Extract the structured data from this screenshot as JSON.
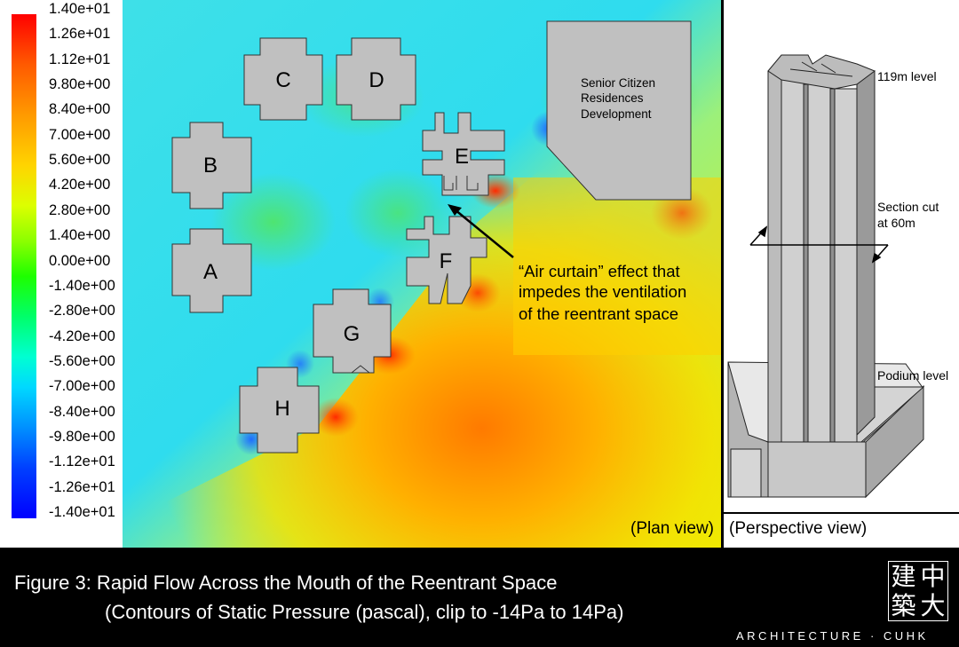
{
  "legend": {
    "ticks": [
      "1.40e+01",
      "1.26e+01",
      "1.12e+01",
      "9.80e+00",
      "8.40e+00",
      "7.00e+00",
      "5.60e+00",
      "4.20e+00",
      "2.80e+00",
      "1.40e+00",
      "0.00e+00",
      "-1.40e+00",
      "-2.80e+00",
      "-4.20e+00",
      "-5.60e+00",
      "-7.00e+00",
      "-8.40e+00",
      "-9.80e+00",
      "-1.12e+01",
      "-1.26e+01",
      "-1.40e+01"
    ],
    "colorscale": [
      "#ff0000",
      "#ff9a00",
      "#ffd400",
      "#8cff00",
      "#1eff00",
      "#00ffd2",
      "#00d8ff",
      "#0090ff",
      "#0000ff"
    ]
  },
  "plan": {
    "buildings": [
      "A",
      "B",
      "C",
      "D",
      "E",
      "F",
      "G",
      "H"
    ],
    "site_label": [
      "Senior Citizen",
      "Residences",
      "Development"
    ],
    "annotation": [
      "“Air curtain” effect that",
      "impedes the ventilation",
      "of the reentrant space"
    ],
    "caption": "(Plan view)"
  },
  "perspective": {
    "label_top": "119m level",
    "label_section": [
      "Section cut",
      "at 60m"
    ],
    "label_podium": "Podium level",
    "caption": "(Perspective view)"
  },
  "figure": {
    "title": "Figure 3: Rapid Flow Across the Mouth of the Reentrant Space",
    "subtitle": "(Contours of Static Pressure (pascal), clip to -14Pa to 14Pa)"
  },
  "logo": {
    "chars": [
      "建",
      "中",
      "築",
      "大"
    ],
    "text": "ARCHITECTURE · CUHK"
  },
  "colors": {
    "building_fill": "#c0c0c0",
    "background": "#000000",
    "annotation_text": "#000000"
  }
}
